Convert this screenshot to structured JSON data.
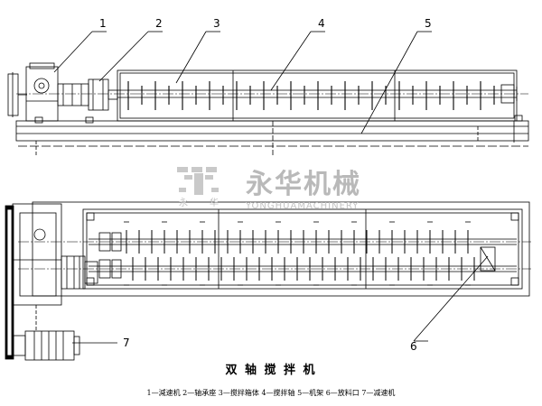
{
  "callouts": [
    "1",
    "2",
    "3",
    "4",
    "5",
    "6",
    "7"
  ],
  "title": "双 轴 搅 拌 机",
  "legend": "1—減速机  2—轴承座  3—搅拌箱体  4—搅拌轴  5—机架  6—放料口 7—减速机",
  "watermark": {
    "company_cn": "永华机械",
    "company_en": "YONGHUAMACHINERY",
    "logo_chars": [
      "永",
      "华"
    ]
  },
  "colors": {
    "line": "#000000",
    "watermark": "#b9b9b9"
  }
}
